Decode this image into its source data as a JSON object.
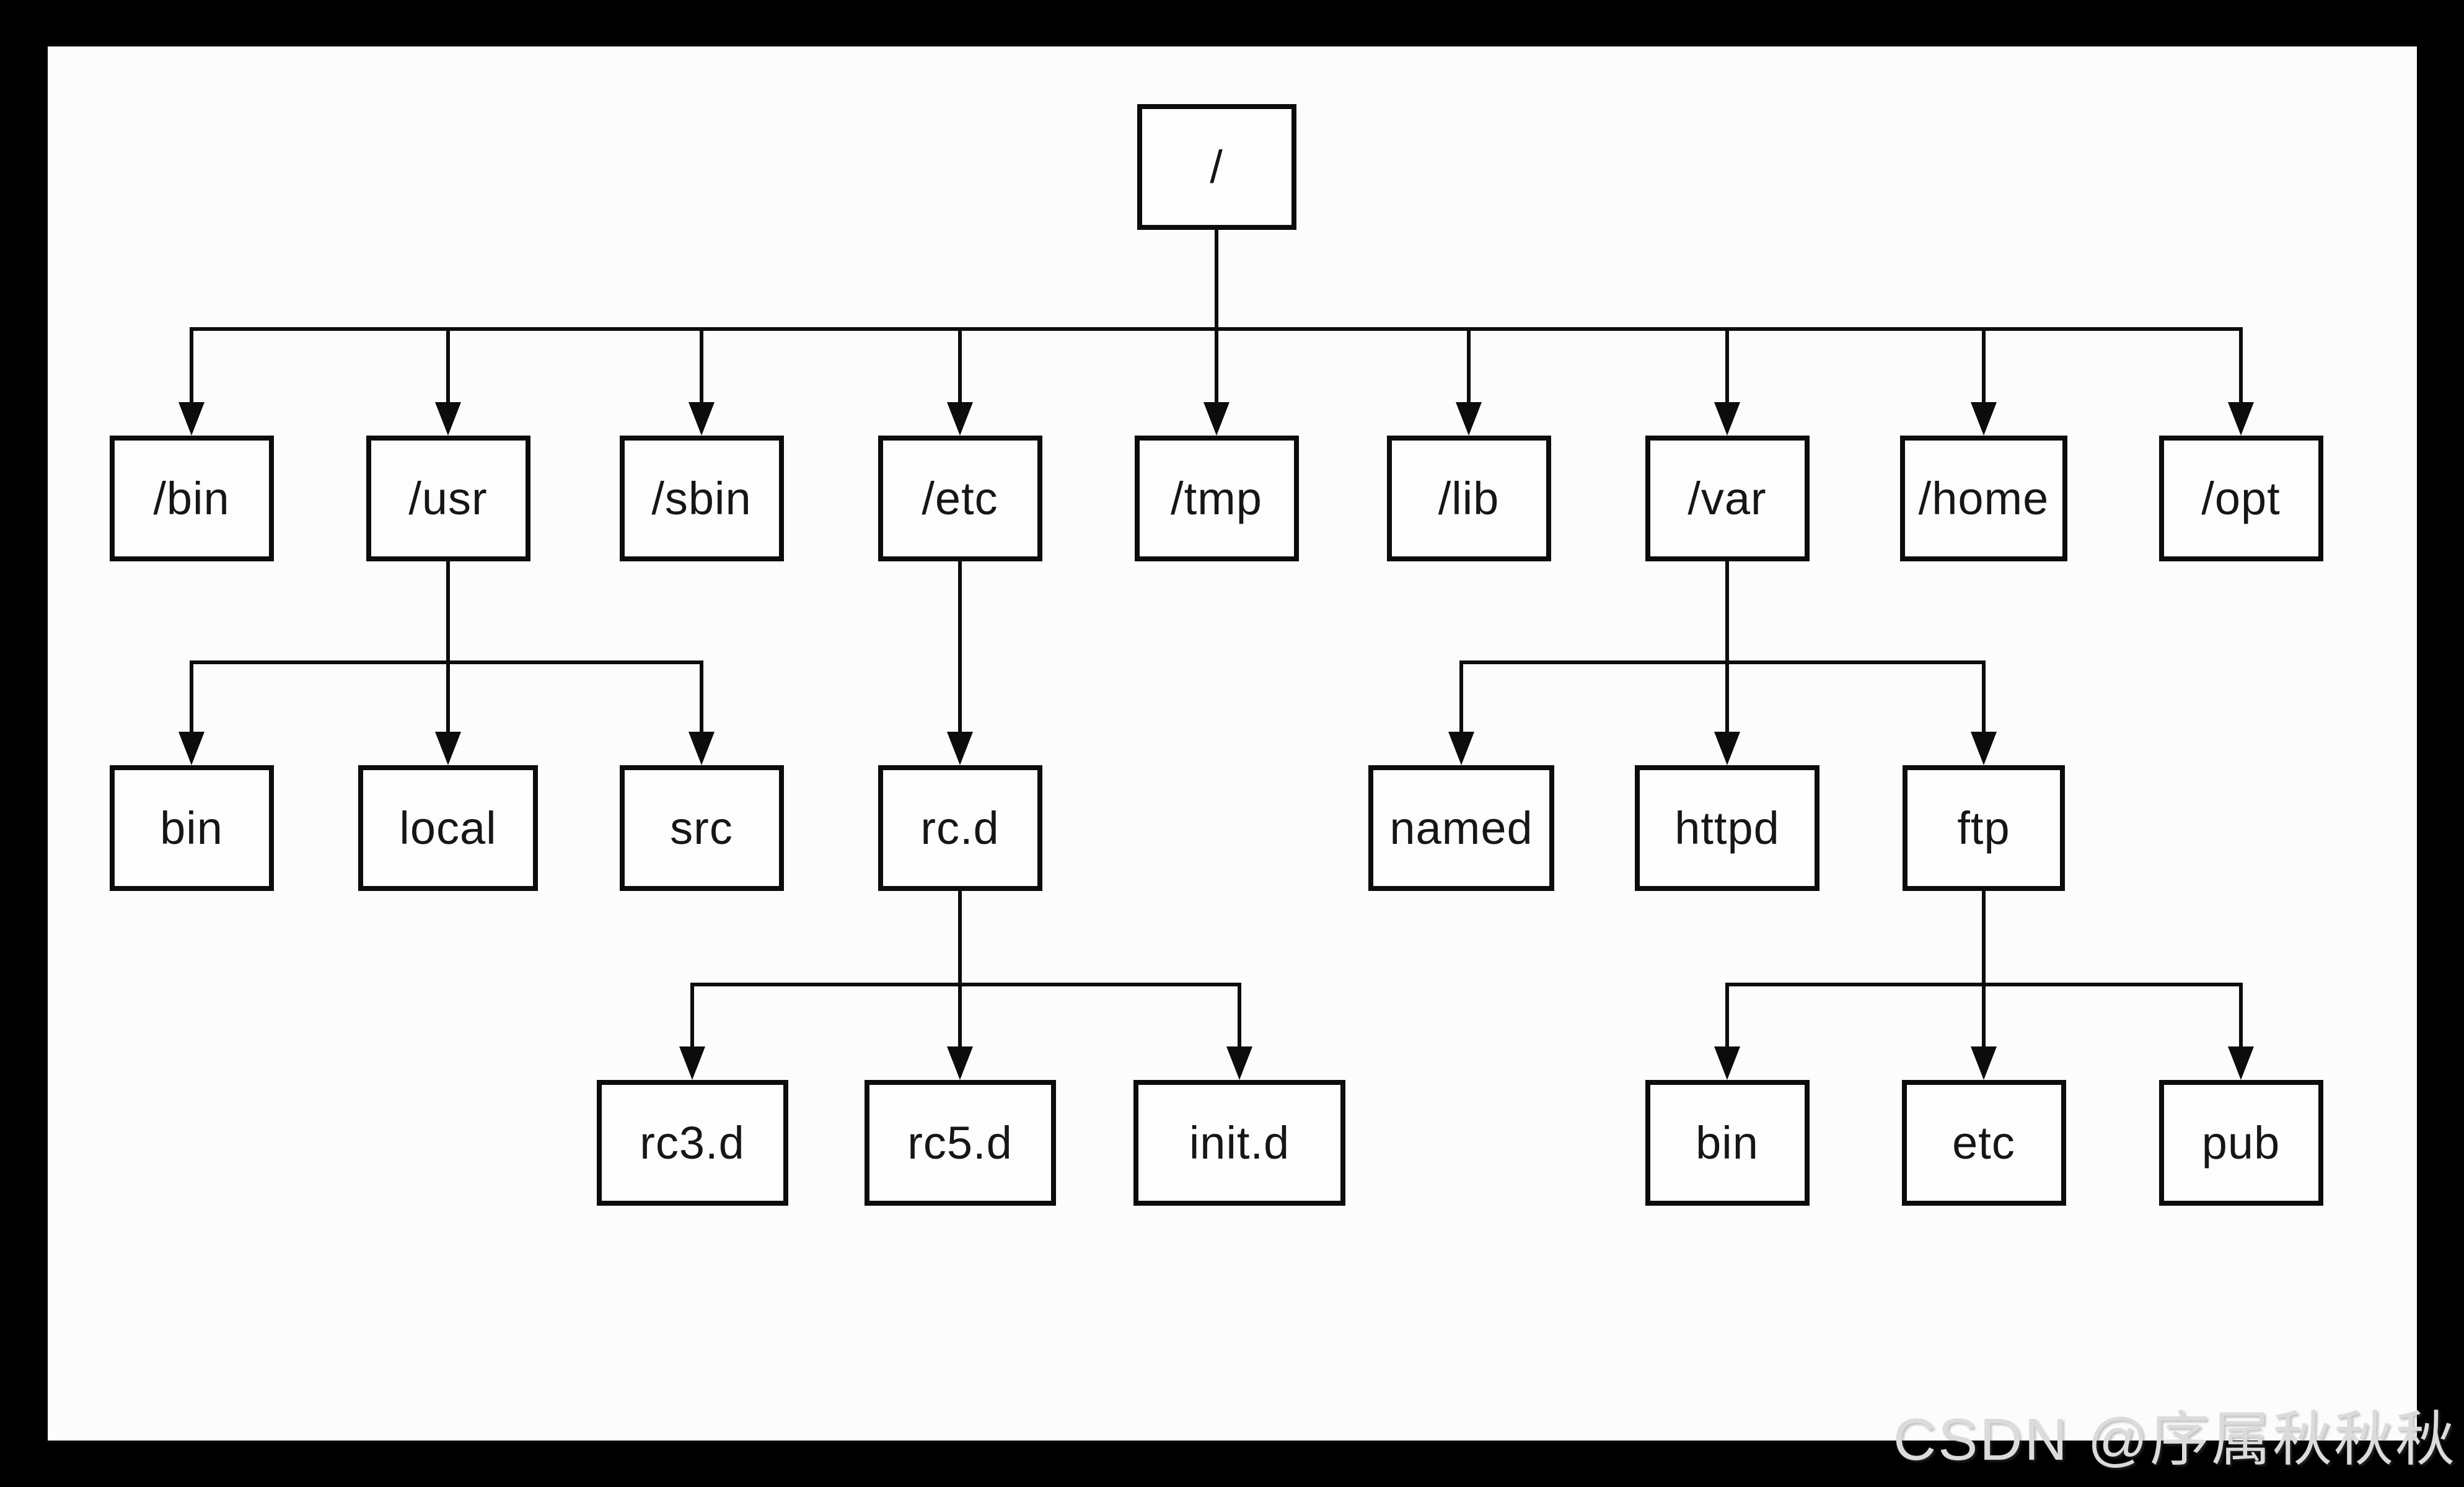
{
  "diagram": {
    "type": "tree",
    "description": "Linux filesystem directory hierarchy",
    "nodes": [
      {
        "id": "root",
        "label": "/"
      },
      {
        "id": "bin",
        "label": "/bin"
      },
      {
        "id": "usr",
        "label": "/usr"
      },
      {
        "id": "sbin",
        "label": "/sbin"
      },
      {
        "id": "etc",
        "label": "/etc"
      },
      {
        "id": "tmp",
        "label": "/tmp"
      },
      {
        "id": "lib",
        "label": "/lib"
      },
      {
        "id": "var",
        "label": "/var"
      },
      {
        "id": "home",
        "label": "/home"
      },
      {
        "id": "opt",
        "label": "/opt"
      },
      {
        "id": "usr-bin",
        "label": "bin"
      },
      {
        "id": "usr-local",
        "label": "local"
      },
      {
        "id": "usr-src",
        "label": "src"
      },
      {
        "id": "rc.d",
        "label": "rc.d"
      },
      {
        "id": "named",
        "label": "named"
      },
      {
        "id": "httpd",
        "label": "httpd"
      },
      {
        "id": "ftp",
        "label": "ftp"
      },
      {
        "id": "rc3.d",
        "label": "rc3.d"
      },
      {
        "id": "rc5.d",
        "label": "rc5.d"
      },
      {
        "id": "init.d",
        "label": "init.d"
      },
      {
        "id": "ftp-bin",
        "label": "bin"
      },
      {
        "id": "ftp-etc",
        "label": "etc"
      },
      {
        "id": "ftp-pub",
        "label": "pub"
      }
    ],
    "edges": [
      {
        "parent": "root",
        "children": [
          "bin",
          "usr",
          "sbin",
          "etc",
          "tmp",
          "lib",
          "var",
          "home",
          "opt"
        ]
      },
      {
        "parent": "usr",
        "children": [
          "usr-bin",
          "usr-local",
          "usr-src"
        ]
      },
      {
        "parent": "etc",
        "children": [
          "rc.d"
        ]
      },
      {
        "parent": "var",
        "children": [
          "named",
          "httpd",
          "ftp"
        ]
      },
      {
        "parent": "rc.d",
        "children": [
          "rc3.d",
          "rc5.d",
          "init.d"
        ]
      },
      {
        "parent": "ftp",
        "children": [
          "ftp-bin",
          "ftp-etc",
          "ftp-pub"
        ]
      }
    ],
    "watermark": {
      "text": "CSDN @序属秋秋秋",
      "color": "#dbdbdb"
    },
    "colors": {
      "frame_background": "#000000",
      "paper_background": "#fcfcfc",
      "line": "#0c0c0c",
      "box_border": "#0c0c0c",
      "text": "#161616"
    }
  }
}
